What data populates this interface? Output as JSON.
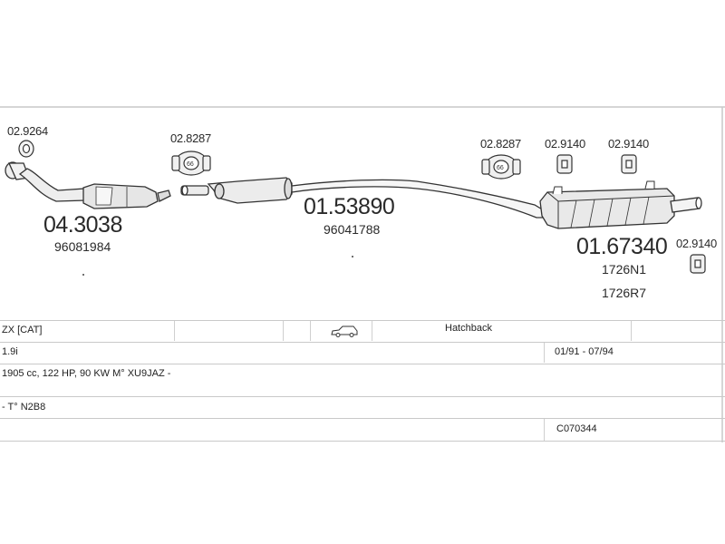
{
  "parts": [
    {
      "id": "gasket_1",
      "number": "02.9264"
    },
    {
      "id": "clamp_1",
      "number": "02.8287",
      "clamp_mark": "66"
    },
    {
      "id": "clamp_2",
      "number": "02.8287",
      "clamp_mark": "66"
    },
    {
      "id": "hanger_1",
      "number": "02.9140"
    },
    {
      "id": "hanger_2",
      "number": "02.9140"
    },
    {
      "id": "hanger_3",
      "number": "02.9140"
    },
    {
      "id": "front_pipe",
      "number": "04.3038",
      "oe_numbers": [
        "96081984"
      ]
    },
    {
      "id": "middle_silencer",
      "number": "01.53890",
      "oe_numbers": [
        "96041788"
      ]
    },
    {
      "id": "rear_silencer",
      "number": "01.67340",
      "oe_numbers": [
        "1726N1",
        "1726R7"
      ]
    }
  ],
  "table": {
    "model": "ZX  [CAT]",
    "body_type": "Hatchback",
    "engine": "1.9i",
    "production": "01/91 - 07/94",
    "spec": "1905 cc, 122 HP, 90 KW M° XU9JAZ -",
    "type_code": "- T° N2B8",
    "catalog_code": "C070344"
  },
  "icons": {
    "car": "car-silhouette-icon"
  }
}
